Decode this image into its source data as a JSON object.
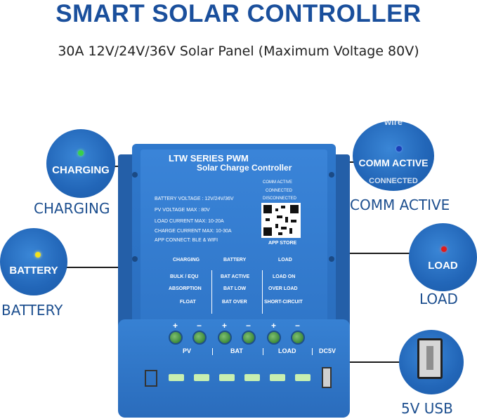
{
  "header": {
    "title": "SMART SOLAR CONTROLLER",
    "subtitle": "30A 12V/24V/36V Solar Panel (Maximum Voltage 80V)"
  },
  "callouts": {
    "charging": {
      "bubble_text": "CHARGING",
      "label": "CHARGING",
      "led_color": "#39d04a"
    },
    "battery": {
      "bubble_text": "BATTERY",
      "label": "BATTERY",
      "led_color": "#f2e21c"
    },
    "comm": {
      "bubble_text": "COMM ACTIVE",
      "label": "COMM ACTIVE",
      "led_color": "#1b3fb8",
      "partial_top": "wire",
      "partial_bottom": "CONNECTED"
    },
    "load": {
      "bubble_text": "LOAD",
      "label": "LOAD",
      "led_color": "#e21b1b"
    },
    "usb": {
      "label": "5V USB"
    }
  },
  "device": {
    "brand": "LTW SERIES PWM",
    "model": "Solar Charge Controller",
    "specs": [
      "BATTERY VOLTAGE : 12V/24V/36V",
      "PV VOLTAGE MAX : 80V",
      "LOAD CURRENT MAX: 10-20A",
      "CHARGE CURRENT MAX: 10-30A",
      "APP CONNECT: BLE & WIFI"
    ],
    "status": [
      "COMM ACTIVE",
      "CONNECTED",
      "DISCONNECTED"
    ],
    "app_store": "APP STORE",
    "led_labels": [
      "CHARGING",
      "BATTERY",
      "LOAD"
    ],
    "indicators": {
      "col1": [
        "BULK / EQU",
        "ABSORPTION",
        "FLOAT"
      ],
      "col2": [
        "BAT ACTIVE",
        "BAT LOW",
        "BAT OVER"
      ],
      "col3": [
        "LOAD ON",
        "OVER LOAD",
        "SHORT-CIRCUIT"
      ]
    },
    "plus": "+",
    "minus": "−",
    "terminal_groups": [
      "PV",
      "BAT",
      "LOAD",
      "DC5V"
    ]
  },
  "colors": {
    "title": "#1a4f9c",
    "device_blue": "#2e74c6",
    "terminal_green": "#3d8a3c"
  }
}
